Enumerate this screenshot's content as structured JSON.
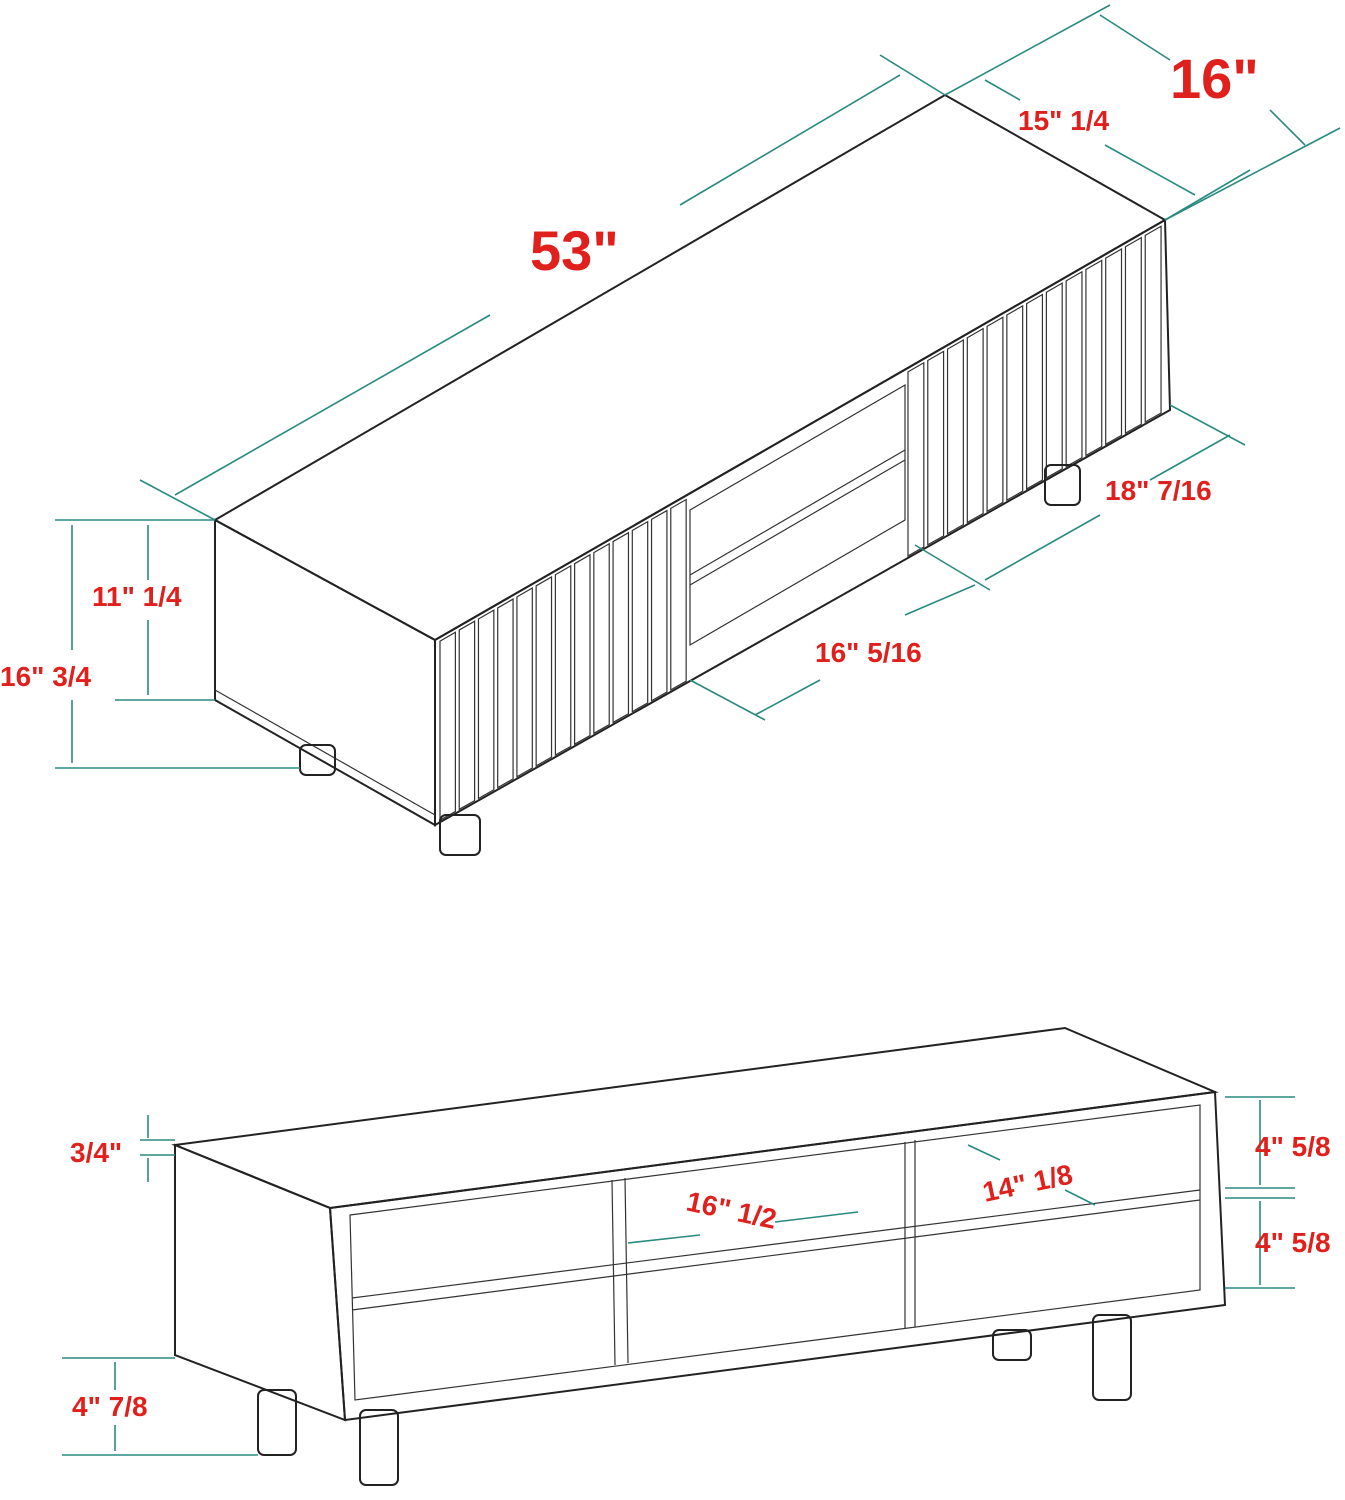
{
  "colors": {
    "dimension_line": "#2a8a80",
    "label": "#e0201c",
    "outline": "#222222"
  },
  "top_view": {
    "depth_overall": "16\"",
    "depth_top": "15\" 1/4",
    "width": "53\"",
    "door_width": "18\" 7/16",
    "opening_width": "16\" 5/16",
    "body_height": "11\" 1/4",
    "total_height": "16\" 3/4"
  },
  "bottom_view": {
    "panel_thickness": "3/4\"",
    "center_compartment_width": "16\" 1/2",
    "side_compartment_width": "14\" 1/8",
    "upper_shelf_height": "4\" 5/8",
    "lower_shelf_height": "4\" 5/8",
    "leg_height": "4\" 7/8"
  }
}
